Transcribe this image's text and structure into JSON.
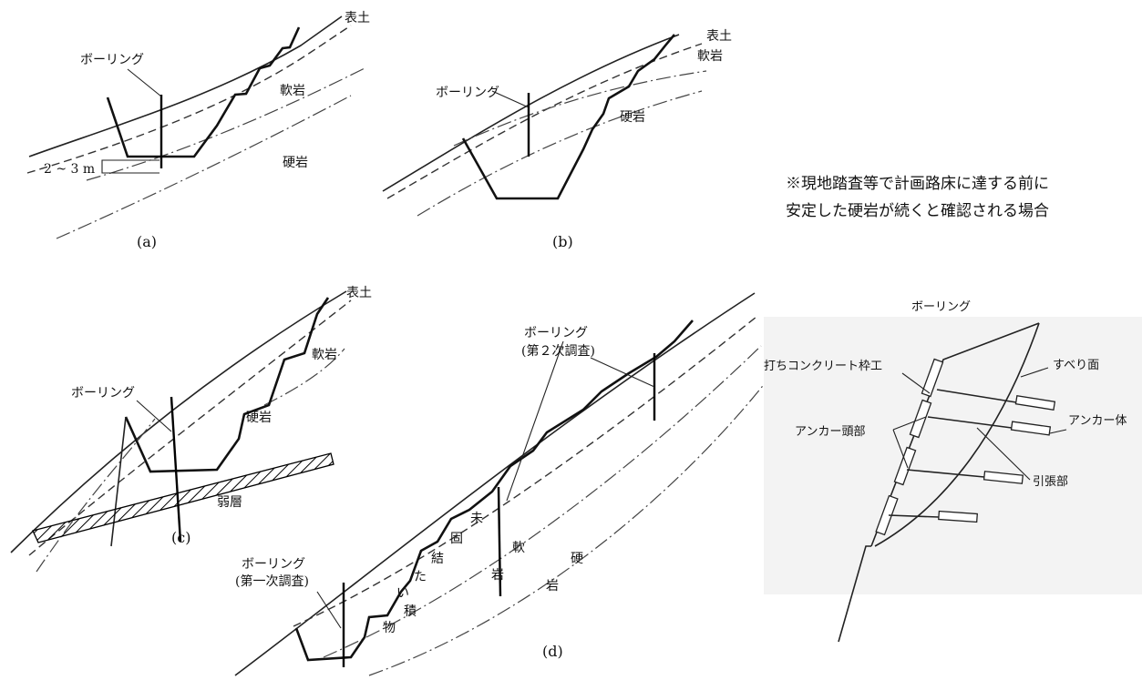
{
  "panel_a": {
    "surface_soil": "表土",
    "boring": "ボーリング",
    "soft_rock": "軟岩",
    "hard_rock": "硬岩",
    "depth": "2 ~ 3 m",
    "caption": "(a)"
  },
  "panel_b": {
    "surface_soil": "表土",
    "soft_rock": "軟岩",
    "boring": "ボーリング",
    "hard_rock": "硬岩",
    "caption": "(b)"
  },
  "note": {
    "line1": "※現地踏査等で計画路床に達する前に",
    "line2": "安定した硬岩が続くと確認される場合"
  },
  "panel_c": {
    "surface_soil": "表土",
    "soft_rock": "軟岩",
    "boring": "ボーリング",
    "hard_rock": "硬岩",
    "weak_layer": "弱層",
    "caption": "(c)"
  },
  "panel_d": {
    "boring_second": "ボーリング",
    "boring_second_sub": "(第２次調査)",
    "boring_first": "ボーリング",
    "boring_first_sub": "(第一次調査)",
    "unconsolidated": [
      "未",
      "固",
      "結",
      "た",
      "い",
      "積",
      "物"
    ],
    "soft_rock": [
      "軟",
      "岩"
    ],
    "hard_rock": [
      "硬",
      "岩"
    ],
    "caption": "(d)"
  },
  "anchor_figure": {
    "title": "ボーリング",
    "frame": "打ちコンクリート枠工",
    "slip_surface": "すべり面",
    "anchor_head": "アンカー頭部",
    "anchor_body": "アンカー体",
    "tension_part": "引張部"
  }
}
